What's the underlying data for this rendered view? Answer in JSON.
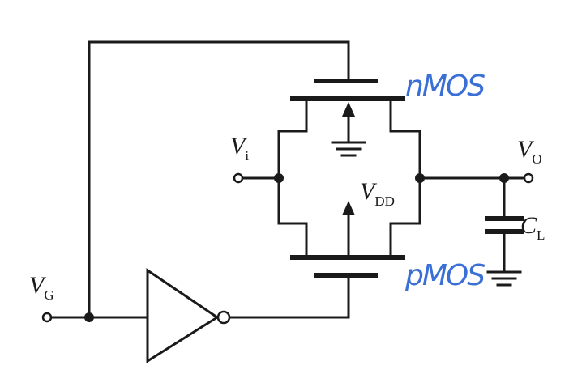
{
  "labels": {
    "vi": {
      "main": "V",
      "sub": "i"
    },
    "vo": {
      "main": "V",
      "sub": "O"
    },
    "vg": {
      "main": "V",
      "sub": "G"
    },
    "vdd": {
      "main": "V",
      "sub": "DD"
    },
    "cl": {
      "main": "C",
      "sub": "L"
    }
  },
  "annotations": {
    "nmos": "nMOS",
    "pmos": "pMOS"
  },
  "colors": {
    "ink": "#1a1a1a",
    "annotation": "#3a6fd6"
  }
}
